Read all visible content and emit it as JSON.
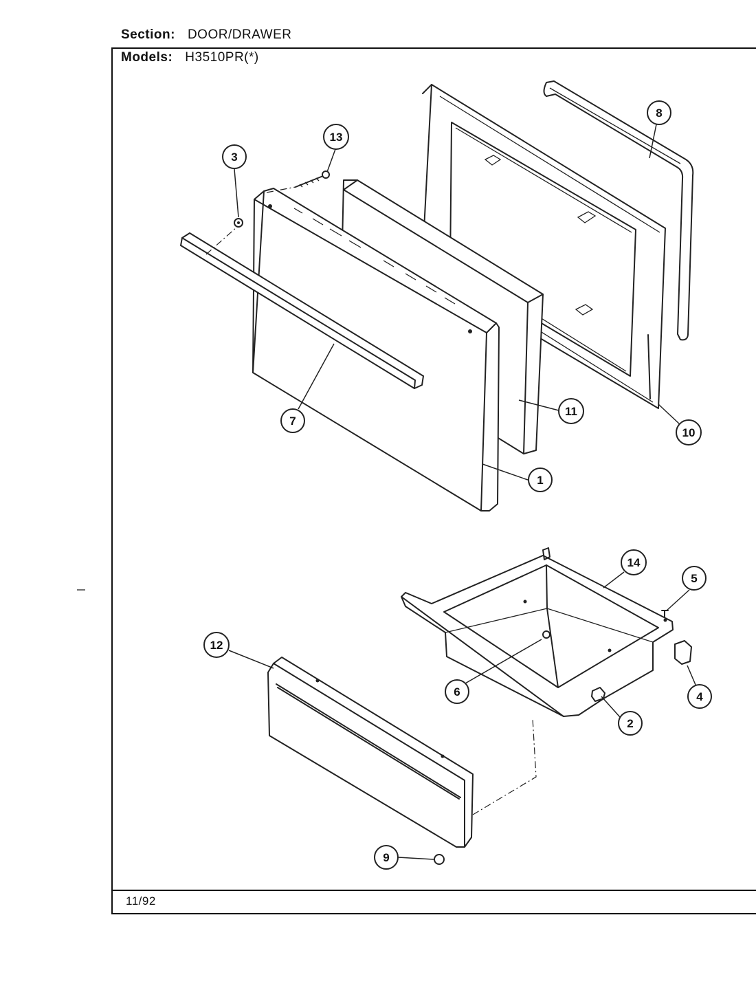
{
  "header": {
    "section_label": "Section:",
    "section_value": "DOOR/DRAWER",
    "models_label": "Models:",
    "models_value": "H3510PR(*)"
  },
  "footer": {
    "date": "11/92"
  },
  "callouts": [
    "1",
    "2",
    "3",
    "4",
    "5",
    "6",
    "7",
    "8",
    "9",
    "10",
    "11",
    "12",
    "13",
    "14"
  ]
}
